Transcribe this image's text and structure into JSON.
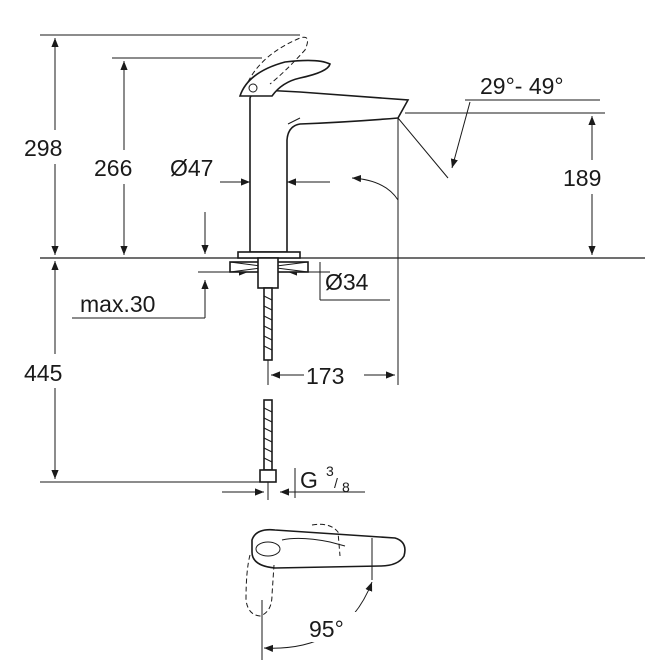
{
  "dimensions": {
    "total_height": "298",
    "spout_height": "266",
    "body_diameter": "Ø47",
    "swivel_angle": "29°- 49°",
    "outlet_height": "189",
    "hole_diameter": "Ø34",
    "max_deck_thickness": "max.30",
    "hose_length": "445",
    "spout_reach": "173",
    "connection_thread": "G",
    "thread_num": "3",
    "thread_den": "8",
    "lever_rotation": "95°"
  },
  "colors": {
    "line": "#1a1a1a",
    "background": "#ffffff"
  }
}
